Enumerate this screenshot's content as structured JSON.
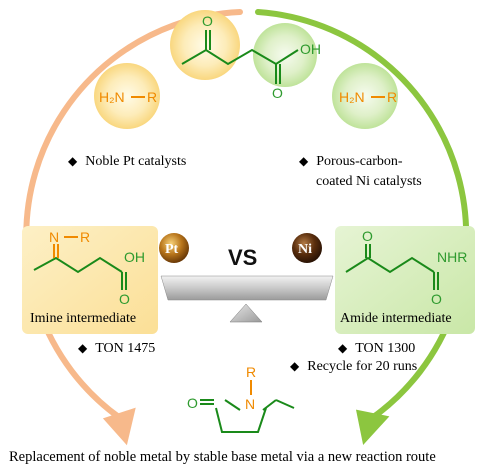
{
  "molecules": {
    "levulinic_acid": {
      "oxygen_ketone": "O",
      "acid": "OH",
      "oxygen_acid": "O"
    },
    "amine_left": {
      "text_h2n": "H₂N",
      "text_r": "R"
    },
    "amine_right": {
      "text_h2n": "H₂N",
      "text_r": "R"
    },
    "imine": {
      "n": "N",
      "r": "R",
      "acid": "OH",
      "oxygen": "O"
    },
    "amide": {
      "oxygen_ketone": "O",
      "nhr": "NHR",
      "oxygen_amide": "O"
    },
    "product": {
      "r": "R",
      "n": "N",
      "oxygen": "O"
    }
  },
  "labels": {
    "noble_pt": "Noble  Pt catalysts",
    "porous_line1": "Porous-carbon-",
    "porous_line2": "coated  Ni catalysts",
    "imine_intermediate": "Imine intermediate",
    "amide_intermediate": "Amide intermediate",
    "vs": "VS",
    "pt": "Pt",
    "ni": "Ni",
    "ton_left": "TON 1475",
    "ton_right": "TON 1300",
    "recycle": "Recycle  for 20 runs",
    "caption": "Replacement  of noble metal by stable base metal via a new reaction route"
  },
  "colors": {
    "orange": "#f5a25c",
    "green": "#8cc63f",
    "dark_green": "#2e9a2e",
    "orange_text": "#f08a00"
  }
}
